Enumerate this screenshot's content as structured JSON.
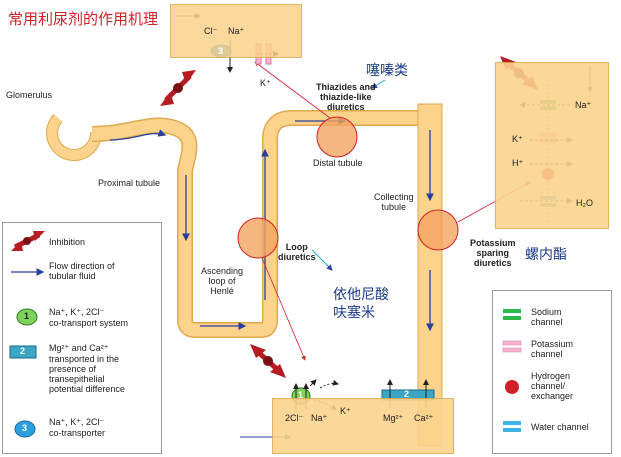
{
  "title": "常用利尿剂的作用机理",
  "structures": {
    "glomerulus": "Glomerulus",
    "proximal_tubule": "Proximal tubule",
    "distal_tubule": "Distal tubule",
    "collecting_tubule": "Collecting\ntubule",
    "ascending_loop": "Ascending\nloop of\nHenlé"
  },
  "drugs": {
    "thiazides": "Thiazides and\nthiazide-like\ndiuretics",
    "loop": "Loop\ndiuretics",
    "potassium_sparing": "Potassium\nsparing\ndiuretics"
  },
  "chinese_labels": {
    "thiazide_cn": "噻嗪类",
    "loop_cn": "依他尼酸\n呋塞米",
    "spironolactone_cn": "螺内酯"
  },
  "top_panel": {
    "cl": "Cl⁻",
    "na": "Na⁺",
    "k": "K⁺",
    "badge": "3"
  },
  "right_panel": {
    "na": "Na⁺",
    "k": "K⁺",
    "h": "H⁺",
    "h2o": "H₂O"
  },
  "bottom_panel": {
    "na": "Na⁺",
    "k": "K⁺",
    "cl": "2Cl⁻",
    "mg": "Mg²⁺",
    "ca": "Ca²⁺",
    "badge1": "1",
    "badge2": "2"
  },
  "legend_left": [
    {
      "icon": "inhibition",
      "text": "Inhibition"
    },
    {
      "icon": "arrow",
      "text": "Flow direction of\ntubular fluid"
    },
    {
      "icon": "badge-1",
      "badge": "1",
      "text": "Na⁺, K⁺, 2Cl⁻\nco-transport system"
    },
    {
      "icon": "badge-2",
      "badge": "2",
      "text": "Mg²⁺ and Ca²⁺\ntransported in the\npresence of\ntransepithelial\npotential difference"
    },
    {
      "icon": "badge-3",
      "badge": "3",
      "text": "Na⁺, K⁺, 2Cl⁻\nco-transporter"
    }
  ],
  "legend_right": [
    {
      "icon": "sodium",
      "text": "Sodium\nchannel"
    },
    {
      "icon": "potassium",
      "text": "Potassium\nchannel"
    },
    {
      "icon": "hydrogen",
      "text": "Hydrogen\nchannel/\nexchanger"
    },
    {
      "icon": "water",
      "text": "Water channel"
    }
  ],
  "colors": {
    "tubule": "#fbd38d",
    "tubule_border": "#e0a94e",
    "circle": "#f4a460",
    "sodium": "#2db84b",
    "potassium": "#f7b2d0",
    "hydrogen": "#d0202a",
    "water": "#3bb4e5",
    "badge1": "#7dd35b",
    "badge2": "#3aa6c4",
    "badge3": "#2b9fe0",
    "arrow": "#2c3e9c",
    "title": "#d0202a"
  }
}
